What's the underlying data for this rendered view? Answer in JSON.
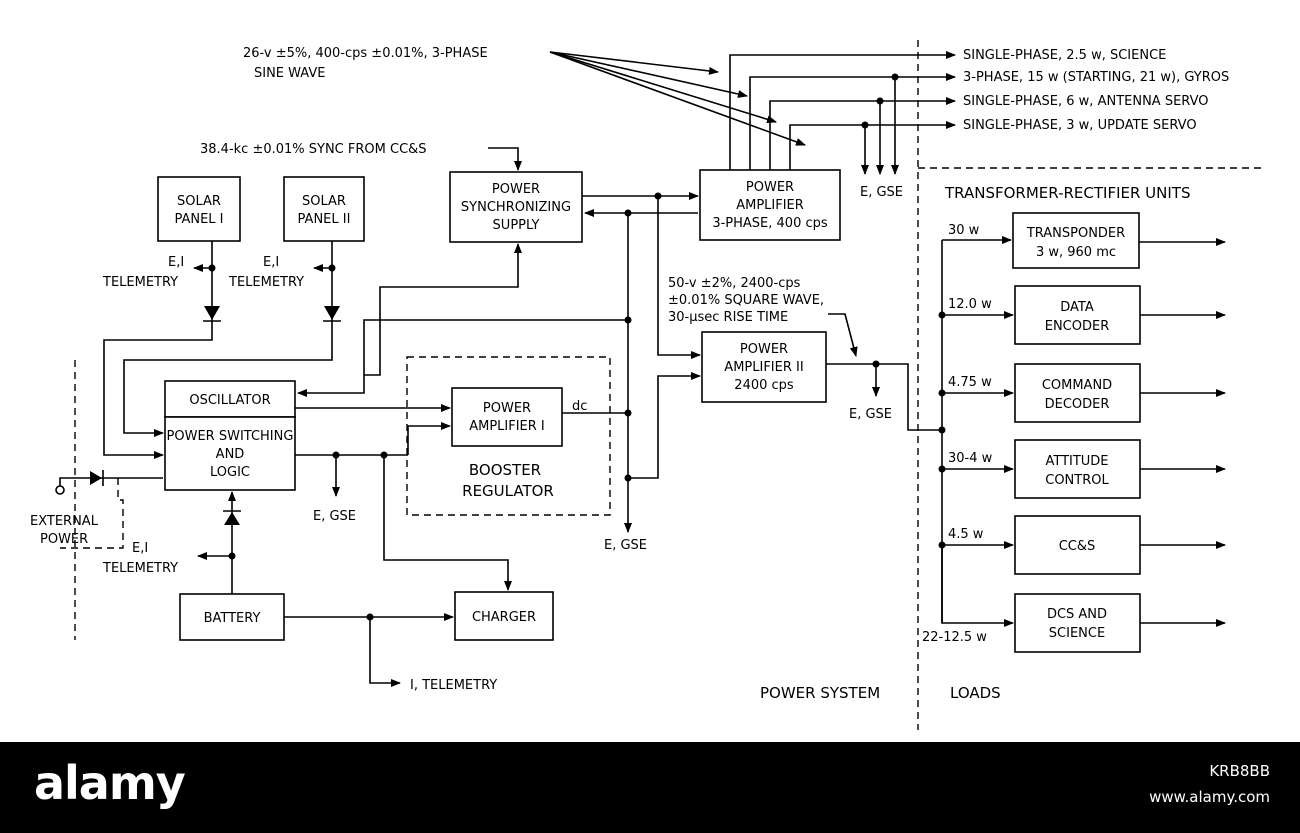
{
  "diagram": {
    "boxes": {
      "solar1": [
        "SOLAR",
        "PANEL I"
      ],
      "solar2": [
        "SOLAR",
        "PANEL II"
      ],
      "sync": [
        "POWER",
        "SYNCHRONIZING",
        "SUPPLY"
      ],
      "pa3": [
        "POWER",
        "AMPLIFIER",
        "3-PHASE, 400 cps"
      ],
      "oscillator": "OSCILLATOR",
      "switching": [
        "POWER SWITCHING",
        "AND",
        "LOGIC"
      ],
      "amp1": [
        "POWER",
        "AMPLIFIER I"
      ],
      "amp2": [
        "POWER",
        "AMPLIFIER II",
        "2400 cps"
      ],
      "battery": "BATTERY",
      "charger": "CHARGER",
      "transponder": [
        "TRANSPONDER",
        "3 w, 960 mc"
      ],
      "encoder": [
        "DATA",
        "ENCODER"
      ],
      "decoder": [
        "COMMAND",
        "DECODER"
      ],
      "attitude": [
        "ATTITUDE",
        "CONTROL"
      ],
      "ccs": "CC&S",
      "dcs": [
        "DCS AND",
        "SCIENCE"
      ]
    },
    "labels": {
      "ac_spec": [
        "26-v ±5%, 400-cps ±0.01%, 3-PHASE",
        "SINE WAVE"
      ],
      "sync_spec": "38.4-kc ±0.01% SYNC FROM CC&S",
      "out_science": "SINGLE-PHASE, 2.5 w, SCIENCE",
      "out_gyros": "3-PHASE, 15 w (STARTING, 21 w), GYROS",
      "out_antenna": "SINGLE-PHASE, 6 w, ANTENNA SERVO",
      "out_update": "SINGLE-PHASE, 3 w, UPDATE SERVO",
      "egse": "E, GSE",
      "tr_units": "TRANSFORMER-RECTIFIER UNITS",
      "sq_spec": [
        "50-v ±2%, 2400-cps",
        "±0.01% SQUARE WAVE,",
        "30-µsec RISE TIME"
      ],
      "ei": "E,I",
      "telemetry": "TELEMETRY",
      "i_telemetry": "I, TELEMETRY",
      "dc": "dc",
      "booster": [
        "BOOSTER",
        "REGULATOR"
      ],
      "external": [
        "EXTERNAL",
        "POWER"
      ],
      "w_transponder": "30 w",
      "w_encoder": "12.0 w",
      "w_decoder": "4.75 w",
      "w_attitude": "30-4 w",
      "w_ccs": "4.5 w",
      "w_dcs": "22-12.5 w",
      "power_system": "POWER SYSTEM",
      "loads": "LOADS"
    }
  },
  "banner": {
    "logo": "alamy",
    "image_id": "KRB8BB",
    "url": "www.alamy.com"
  }
}
